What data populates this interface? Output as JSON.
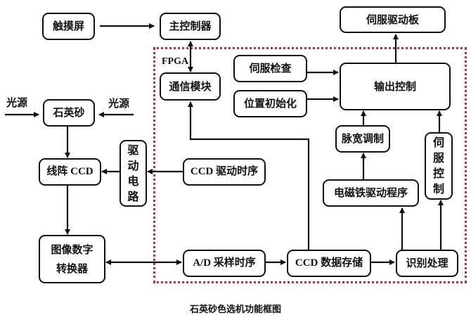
{
  "diagram": {
    "caption": "石英砂色选机功能框图",
    "region": {
      "label": "FPGA",
      "border_color": "#c0303a"
    },
    "nodes": {
      "touchscreen": "触摸屏",
      "main_controller": "主控制器",
      "servo_driver_board": "伺服驱动板",
      "comm_module": "通信模块",
      "servo_check": "伺服检查",
      "position_init": "位置初始化",
      "output_control": "输出控制",
      "quartz_sand": "石英砂",
      "light_source_left": "光源",
      "light_source_right": "光源",
      "drive_circuit": [
        "驱",
        "动",
        "电",
        "路"
      ],
      "linear_ccd": "线阵 CCD",
      "ccd_drive_timing": "CCD 驱动时序",
      "image_digital_converter": [
        "图像数字",
        "转换器"
      ],
      "ad_sampling_timing": "A/D 采样时序",
      "ccd_data_storage": "CCD 数据存储",
      "recognition": "识别处理",
      "pwm": "脉宽调制",
      "electromagnet_driver": "电磁铁驱动程序",
      "servo_control": [
        "伺",
        "服",
        "控",
        "制"
      ]
    },
    "edges": [
      [
        "触摸屏",
        "主控制器"
      ],
      [
        "主控制器",
        "通信模块",
        "bidirectional"
      ],
      [
        "输出控制",
        "伺服驱动板"
      ],
      [
        "伺服检查",
        "输出控制"
      ],
      [
        "位置初始化",
        "输出控制"
      ],
      [
        "光源",
        "石英砂"
      ],
      [
        "光源",
        "石英砂"
      ],
      [
        "石英砂",
        "线阵 CCD"
      ],
      [
        "驱动电路",
        "线阵 CCD"
      ],
      [
        "CCD 驱动时序",
        "驱动电路"
      ],
      [
        "线阵 CCD",
        "图像数字转换器"
      ],
      [
        "图像数字转换器",
        "A/D 采样时序",
        "bidirectional"
      ],
      [
        "A/D 采样时序",
        "CCD 数据存储"
      ],
      [
        "CCD 数据存储",
        "识别处理"
      ],
      [
        "CCD 数据存储",
        "通信模块"
      ],
      [
        "识别处理",
        "电磁铁驱动程序"
      ],
      [
        "识别处理",
        "伺服控制"
      ],
      [
        "电磁铁驱动程序",
        "脉宽调制"
      ],
      [
        "脉宽调制",
        "输出控制"
      ],
      [
        "伺服控制",
        "输出控制"
      ]
    ]
  }
}
